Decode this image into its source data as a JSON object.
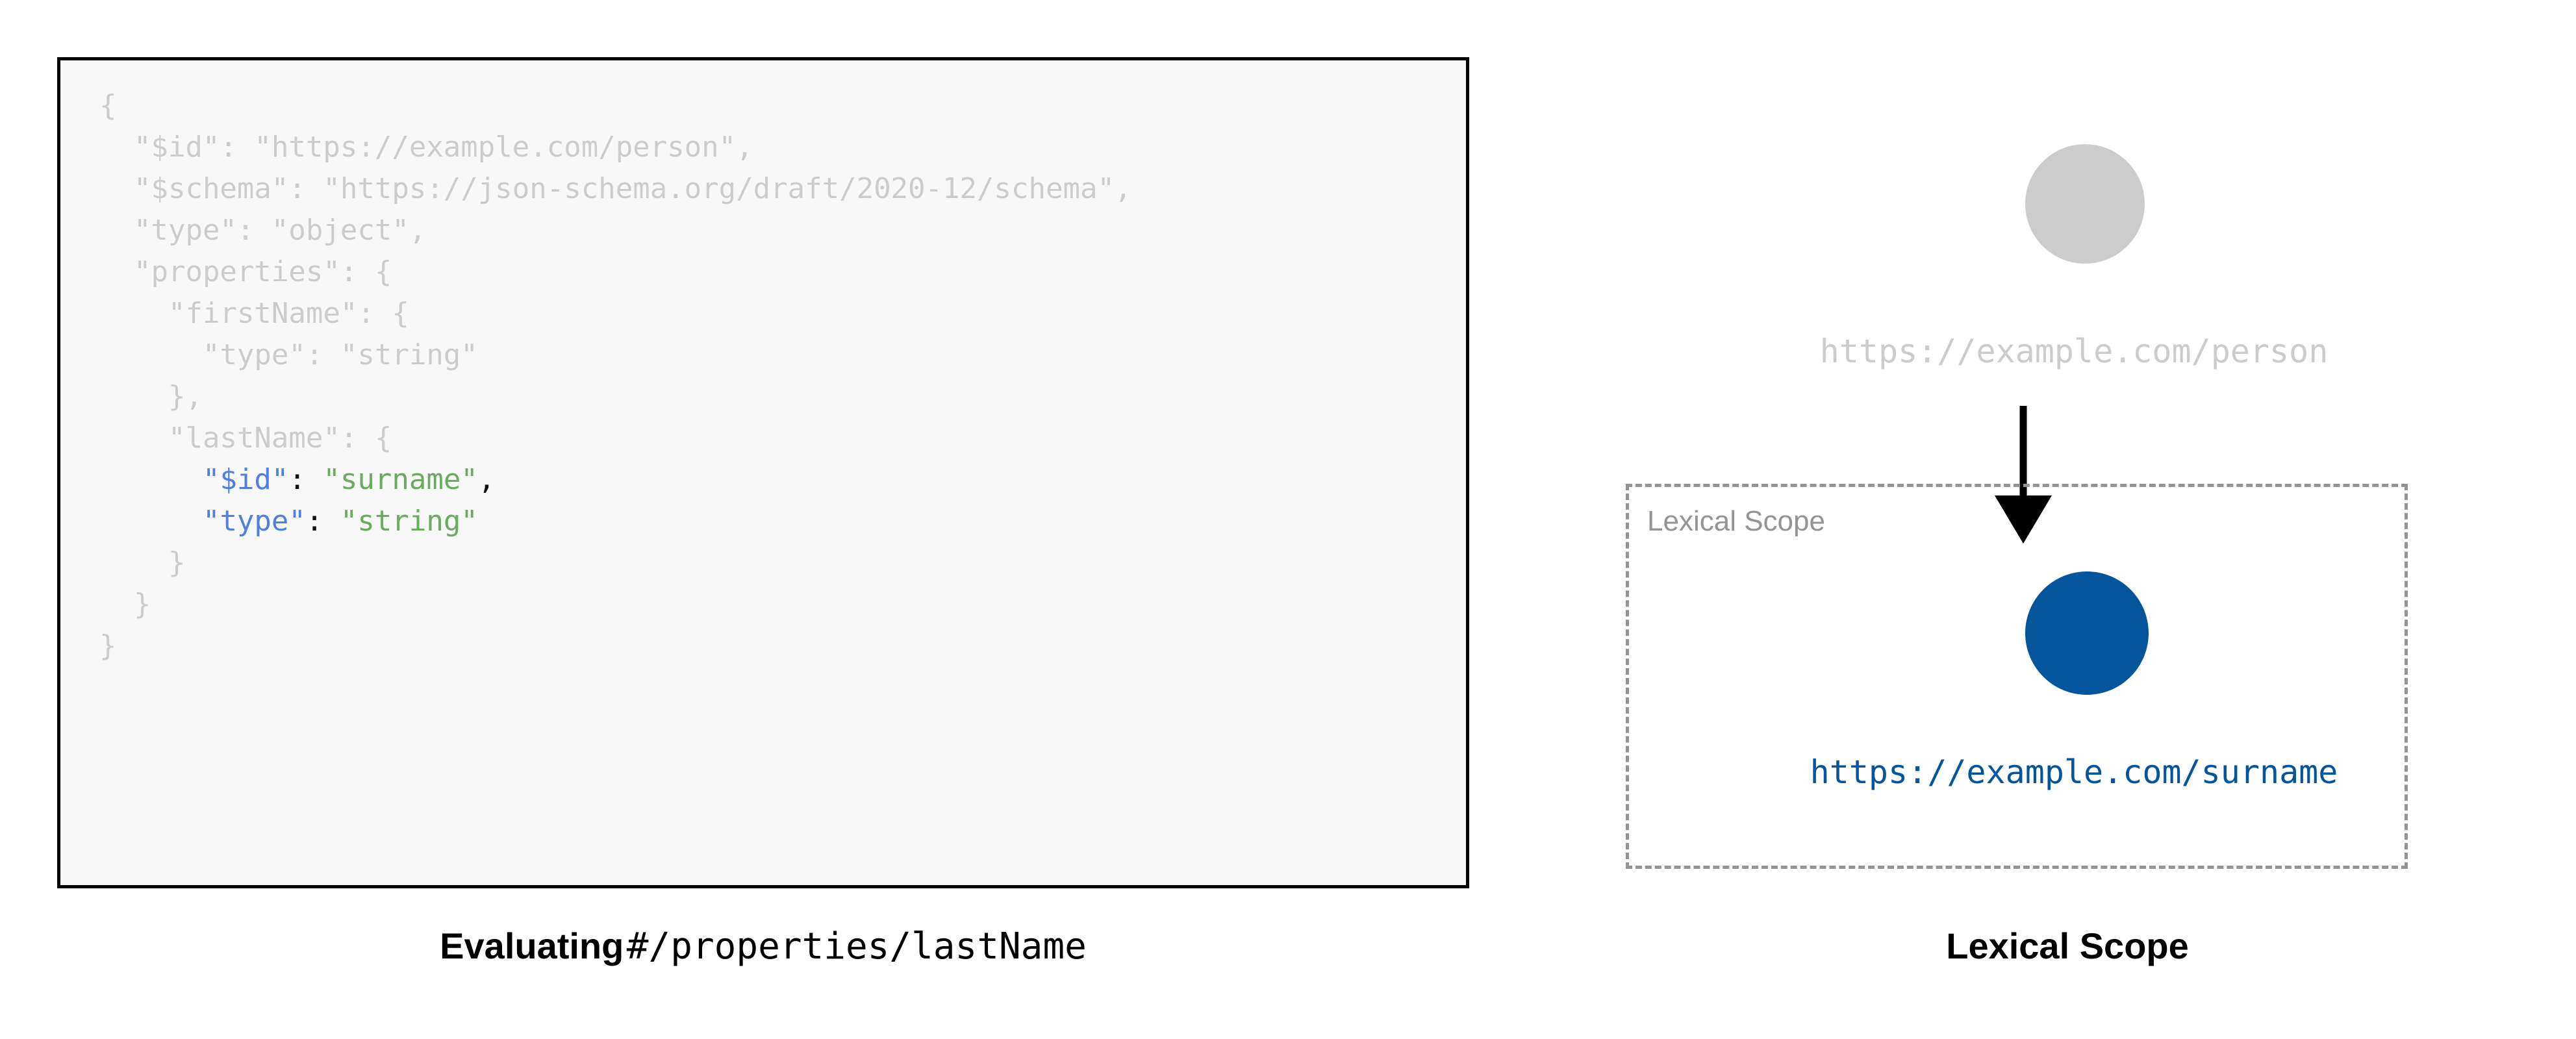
{
  "colors": {
    "code_background": "#f8f8f8",
    "code_border": "#000000",
    "code_dim_text": "#cccccc",
    "code_key_blue": "#4f7fe0",
    "code_string_green": "#6aab60",
    "code_punctuation": "#111111",
    "node_inactive_gray": "#cccccc",
    "node_active_blue": "#05559c",
    "scope_border_gray": "#949494",
    "scope_label_gray": "#949494",
    "arrow_black": "#000000"
  },
  "left_panel": {
    "code_block": {
      "language": "json",
      "lines": [
        {
          "indent": 0,
          "tokens": [
            {
              "text": "{",
              "style": "dim"
            }
          ]
        },
        {
          "indent": 1,
          "tokens": [
            {
              "text": "\"$id\": \"https://example.com/person\",",
              "style": "dim"
            }
          ]
        },
        {
          "indent": 1,
          "tokens": [
            {
              "text": "\"$schema\": \"https://json-schema.org/draft/2020-12/schema\",",
              "style": "dim"
            }
          ]
        },
        {
          "indent": 1,
          "tokens": [
            {
              "text": "\"type\": \"object\",",
              "style": "dim"
            }
          ]
        },
        {
          "indent": 1,
          "tokens": [
            {
              "text": "\"properties\": {",
              "style": "dim"
            }
          ]
        },
        {
          "indent": 2,
          "tokens": [
            {
              "text": "\"firstName\": {",
              "style": "dim"
            }
          ]
        },
        {
          "indent": 3,
          "tokens": [
            {
              "text": "\"type\": \"string\"",
              "style": "dim"
            }
          ]
        },
        {
          "indent": 2,
          "tokens": [
            {
              "text": "},",
              "style": "dim"
            }
          ]
        },
        {
          "indent": 2,
          "tokens": [
            {
              "text": "\"lastName\": {",
              "style": "dim"
            }
          ]
        },
        {
          "indent": 3,
          "tokens": [
            {
              "text": "\"$id\"",
              "style": "key"
            },
            {
              "text": ": ",
              "style": "punct"
            },
            {
              "text": "\"surname\"",
              "style": "str"
            },
            {
              "text": ",",
              "style": "punct"
            }
          ]
        },
        {
          "indent": 3,
          "tokens": [
            {
              "text": "\"type\"",
              "style": "key"
            },
            {
              "text": ": ",
              "style": "punct"
            },
            {
              "text": "\"string\"",
              "style": "str"
            }
          ]
        },
        {
          "indent": 2,
          "tokens": [
            {
              "text": "}",
              "style": "dim"
            }
          ]
        },
        {
          "indent": 1,
          "tokens": [
            {
              "text": "}",
              "style": "dim"
            }
          ]
        },
        {
          "indent": 0,
          "tokens": [
            {
              "text": "}",
              "style": "dim"
            }
          ]
        }
      ]
    },
    "caption": {
      "bold_part": "Evaluating",
      "mono_part": "#/properties/lastName"
    }
  },
  "right_panel": {
    "root_node": {
      "label": "https://example.com/person",
      "state": "inactive"
    },
    "arrow": {
      "direction": "down",
      "icon": "arrow-down-icon"
    },
    "scope_box": {
      "label": "Lexical Scope",
      "border_style": "dashed"
    },
    "scoped_node": {
      "label": "https://example.com/surname",
      "state": "active"
    },
    "caption": "Lexical Scope"
  }
}
